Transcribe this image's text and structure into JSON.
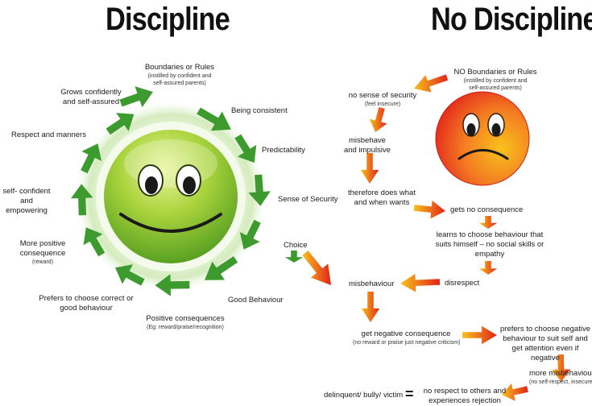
{
  "titles": {
    "left": "Discipline",
    "right": "No Discipline"
  },
  "discipline_cycle": [
    {
      "id": "boundaries",
      "text": "Boundaries or Rules",
      "sub": "(instilled by confident and self-assured parents)"
    },
    {
      "id": "consistent",
      "text": "Being consistent",
      "sub": ""
    },
    {
      "id": "predictability",
      "text": "Predictability",
      "sub": ""
    },
    {
      "id": "security",
      "text": "Sense of Security",
      "sub": ""
    },
    {
      "id": "choice",
      "text": "Choice",
      "sub": ""
    },
    {
      "id": "good-behaviour",
      "text": "Good Behaviour",
      "sub": ""
    },
    {
      "id": "positive-consequences",
      "text": "Positive consequences",
      "sub": "(Eg: reward/praise/recognition)"
    },
    {
      "id": "prefers-good",
      "text": "Prefers to choose correct or good behaviour",
      "sub": ""
    },
    {
      "id": "more-positive",
      "text": "More positive consequence",
      "sub": "(reward)"
    },
    {
      "id": "self-confident",
      "text": "self- confident and empowering",
      "sub": ""
    },
    {
      "id": "respect",
      "text": "Respect and manners",
      "sub": ""
    },
    {
      "id": "grows",
      "text": "Grows confidently and self-assured",
      "sub": ""
    }
  ],
  "no_discipline_flow": [
    {
      "id": "no-boundaries",
      "text": "NO Boundaries or Rules",
      "sub": "(instilled by confident and self-assured parents)"
    },
    {
      "id": "no-security",
      "text": "no sense of security",
      "sub": "(feel insecure)"
    },
    {
      "id": "misbehave",
      "text": "misbehave and impulsive",
      "sub": ""
    },
    {
      "id": "does-what",
      "text": "therefore does what and when wants",
      "sub": ""
    },
    {
      "id": "no-consequence",
      "text": "gets no consequence",
      "sub": ""
    },
    {
      "id": "learns",
      "text": "learns to choose behaviour that suits himself – no social skills or empathy",
      "sub": ""
    },
    {
      "id": "disrespect",
      "text": "disrespect",
      "sub": ""
    },
    {
      "id": "misbehaviour",
      "text": "misbehaviour",
      "sub": ""
    },
    {
      "id": "negative-consequence",
      "text": "get negative consequence",
      "sub": "(no reward or praise just negative criticism)"
    },
    {
      "id": "prefers-negative",
      "text": "prefers to choose negative behaviour to suit self and get attention even if negative",
      "sub": ""
    },
    {
      "id": "more-misbehaviour",
      "text": "more misbehaviour",
      "sub": "(no self-respect, insecure)"
    },
    {
      "id": "no-respect",
      "text": "no respect to others and experiences rejection",
      "sub": ""
    },
    {
      "id": "delinquent",
      "text": "delinquent/ bully/ victim",
      "sub": ""
    }
  ],
  "symbols": {
    "equals": "="
  },
  "icons": {
    "happy": "smiley-happy-icon",
    "sad": "smiley-sad-icon"
  },
  "colors": {
    "green_arrow": "#3d9a2f",
    "green_face": "#8cc63f",
    "warm_arrow_start": "#f7c21c",
    "warm_arrow_end": "#e2231a",
    "sad_face": "#f36f21"
  }
}
